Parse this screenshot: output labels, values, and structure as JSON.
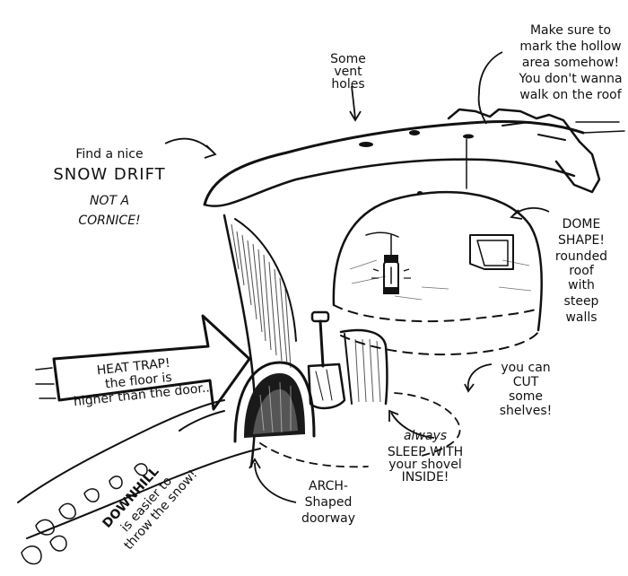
{
  "colors": {
    "ink": "#111111",
    "paper": "#ffffff",
    "shade": "#cfcfcf"
  },
  "labels": {
    "vent": [
      "Some",
      "vent",
      "holes"
    ],
    "mark": [
      "Make sure to",
      "mark the hollow",
      "area somehow!",
      "You don't wanna",
      "walk on the roof"
    ],
    "drift": [
      "Find a nice",
      "SNOW DRIFT",
      "NOT A",
      "CORNICE!"
    ],
    "dome": [
      "DOME",
      "SHAPE!",
      "rounded",
      "roof",
      "with",
      "steep",
      "walls"
    ],
    "heat": [
      "HEAT TRAP!",
      "the floor is",
      "higher than the door..."
    ],
    "shelves": [
      "you can",
      "CUT",
      "some",
      "shelves!"
    ],
    "shovel": [
      "always",
      "SLEEP WITH",
      "your shovel",
      "INSIDE!"
    ],
    "arch": [
      "ARCH-",
      "Shaped",
      "doorway"
    ],
    "downhill": [
      "DOWNHILL",
      "is easier to",
      "throw the snow!"
    ]
  },
  "icons": [
    "lantern-icon",
    "shovel-icon",
    "arrow-icon"
  ]
}
